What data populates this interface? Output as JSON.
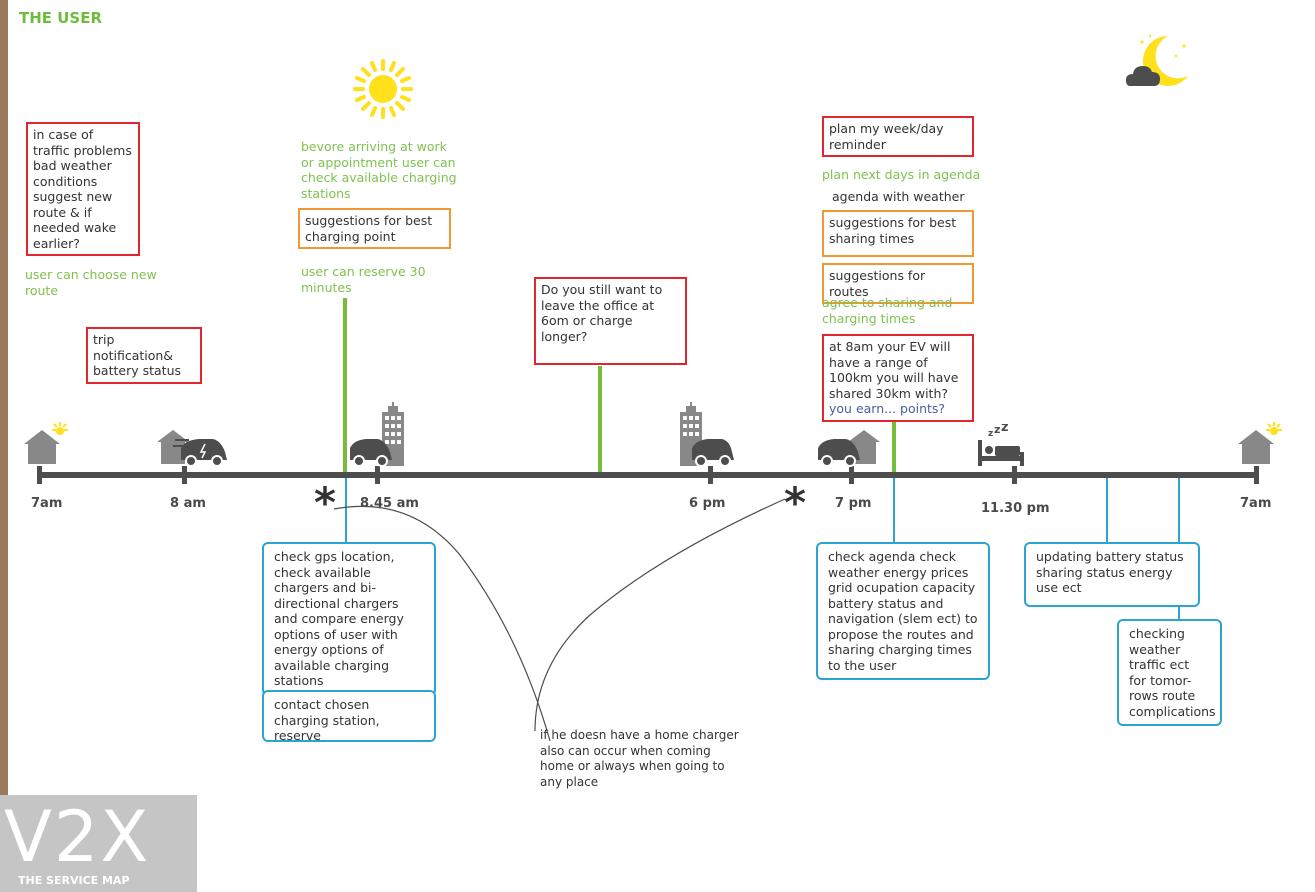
{
  "title": "THE USER",
  "timeline": {
    "times": [
      "7am",
      "8 am",
      "8.45 am",
      "6 pm",
      "7 pm",
      "11.30 pm",
      "7am"
    ]
  },
  "left_col": {
    "traffic_box": "in case of traffic problems bad weather conditions suggest new route & if needed wake earlier?",
    "choose_route": "user can choose new route",
    "trip_box": "trip notification& battery status"
  },
  "mid_col": {
    "arrival_note": "bevore arriving at work or appointment user can check available charging stations",
    "best_point_box": "suggestions  for best charging point",
    "reserve_note": "user can reserve 30 minutes"
  },
  "office_box": "Do you still want to leave the office at 6om or charge longer?",
  "right_col": {
    "plan_box": "plan my week/day reminder",
    "plan_next": "plan next days in agenda",
    "agenda_weather": "agenda with weather",
    "sharing_times_box": "suggestions  for best sharing times",
    "routes_box": "suggestions  for routes",
    "agree_note": "agree to sharing and charging times",
    "range_box_main": "at 8am your EV will have a range of 100km you will have shared 30km with?",
    "range_box_accent": "you earn... points?"
  },
  "below": {
    "gps_box": " check gps location, check available chargers and bi-directional chargers and compare energy options of user with energy options of available charging stations",
    "contact_box": "contact chosen charging station, reserve",
    "home_charger_note": "if he doesn have a home charger also can occur when coming home or always when going to any place",
    "agenda_box": "check agenda check weather energy prices grid ocupation capacity battery status and navigation (slem ect) to propose the routes and sharing charging times to the user",
    "updating_box": "updating battery status sharing status energy use ect",
    "checking_box": "checking weather traffic ect for tomor-rows route complications"
  },
  "logo": {
    "mark": "V2X",
    "subtitle": "THE SERVICE MAP"
  },
  "icons": [
    "sun-icon",
    "moon-cloud-icon",
    "house-sun-icon",
    "house-car-icon",
    "car-building-icon",
    "building-car-icon",
    "car-house-icon",
    "bed-icon",
    "asterisk-icon"
  ],
  "colors": {
    "accent_green": "#76be3a",
    "box_red": "#e3262e",
    "box_orange": "#ee9933",
    "box_blue": "#2ba4d2",
    "sun_yellow": "#ffe01a",
    "timeline_gray": "#4d4d4d"
  }
}
